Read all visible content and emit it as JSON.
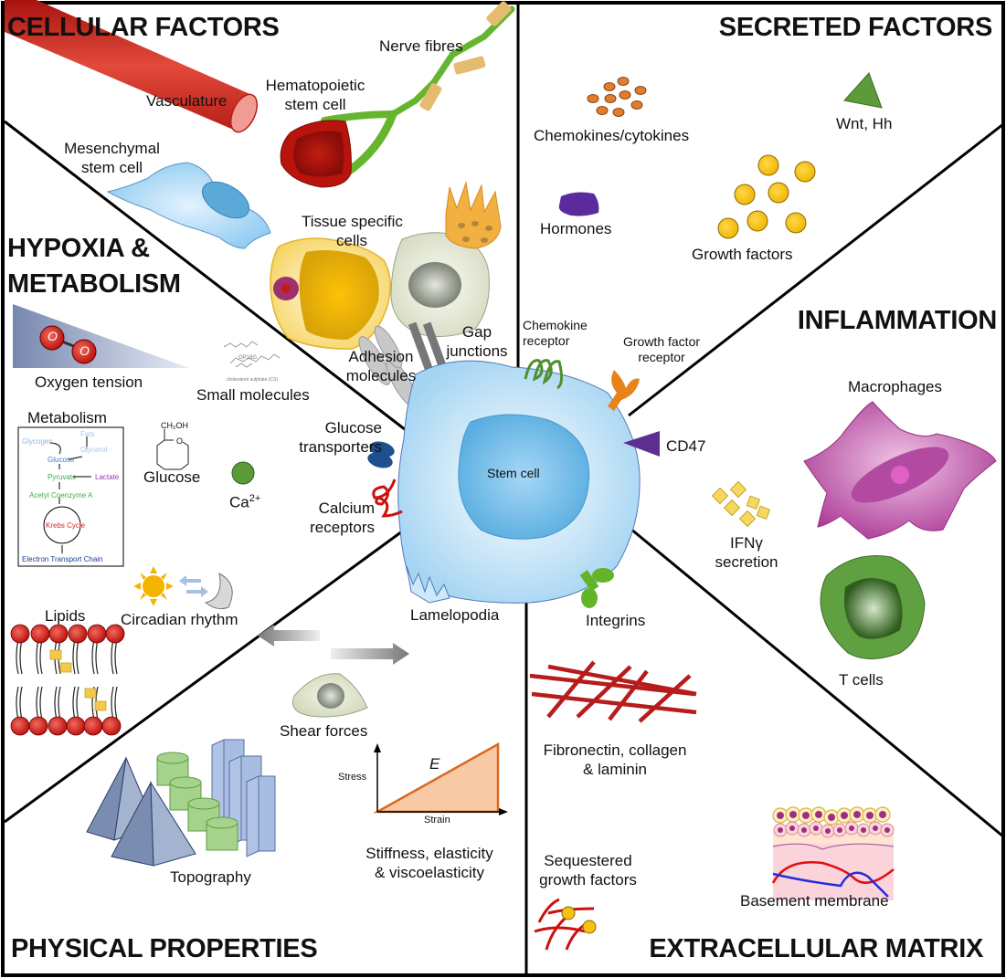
{
  "sections": {
    "cellular_factors": "CELLULAR FACTORS",
    "secreted_factors": "SECRETED FACTORS",
    "hypoxia_line1": "HYPOXIA &",
    "hypoxia_line2": "METABOLISM",
    "inflammation": "INFLAMMATION",
    "physical_properties": "PHYSICAL PROPERTIES",
    "extracellular_matrix": "EXTRACELLULAR MATRIX"
  },
  "center": {
    "label": "Stem cell"
  },
  "cellular": {
    "vasculature": "Vasculature",
    "nerve_fibres": "Nerve fibres",
    "hsc_line1": "Hematopoietic",
    "hsc_line2": "stem cell",
    "msc_line1": "Mesenchymal",
    "msc_line2": "stem cell",
    "tissue_line1": "Tissue specific",
    "tissue_line2": "cells",
    "adhesion_line1": "Adhesion",
    "adhesion_line2": "molecules",
    "gap_line1": "Gap",
    "gap_line2": "junctions"
  },
  "secreted": {
    "chemokines": "Chemokines/cytokines",
    "wnt": "Wnt, Hh",
    "hormones": "Hormones",
    "growth_factors": "Growth factors",
    "chemokine_receptor_line1": "Chemokine",
    "chemokine_receptor_line2": "receptor",
    "gf_receptor_line1": "Growth factor",
    "gf_receptor_line2": "receptor"
  },
  "hypoxia": {
    "oxygen_tension": "Oxygen tension",
    "o2_atom": "O",
    "small_molecules": "Small molecules",
    "gp18g": "GP18G",
    "cholesterol": "cholesterol sulphate (CS)",
    "metabolism_title": "Metabolism",
    "metabolism": {
      "fats": "Fats",
      "glycogen": "Glycogen",
      "glycerol": "Glycerol",
      "glucose": "Glucose",
      "pyruvate": "Pyruvate",
      "lactate": "Lactate",
      "acetyl": "Acetyl Coenzyme A",
      "krebs": "Krebs Cycle",
      "etc": "Electron Transport Chain"
    },
    "glucose": "Glucose",
    "ch2oh": "CH₂OH",
    "ring_o": "O",
    "calcium": "Ca",
    "calcium_charge": "2+",
    "glucose_transporters_line1": "Glucose",
    "glucose_transporters_line2": "transporters",
    "calcium_receptors_line1": "Calcium",
    "calcium_receptors_line2": "receptors",
    "lipids": "Lipids",
    "circadian": "Circadian rhythm"
  },
  "inflammation": {
    "cd47": "CD47",
    "ifn_line1": "IFNγ",
    "ifn_line2": "secretion",
    "macrophages": "Macrophages",
    "t_cells": "T cells"
  },
  "physical": {
    "lamelopodia": "Lamelopodia",
    "shear_forces": "Shear forces",
    "stress": "Stress",
    "strain": "Strain",
    "modulus": "E",
    "stiffness_line1": "Stiffness, elasticity",
    "stiffness_line2": "& viscoelasticity",
    "topography": "Topography"
  },
  "ecm": {
    "integrins": "Integrins",
    "fibronectin_line1": "Fibronectin, collagen",
    "fibronectin_line2": "& laminin",
    "sequestered_line1": "Sequestered",
    "sequestered_line2": "growth factors",
    "basement_membrane": "Basement membrane"
  },
  "colors": {
    "border": "#000000",
    "cell_blue": "#a9d8f5",
    "nucleus_blue": "#5fb0e0",
    "vessel_red": "#d9322a",
    "macrophage": "#b0449c",
    "t_cell": "#5a9a3a",
    "growth_factor_yellow": "#f5c211",
    "chemokine_orange": "#d9772b",
    "collagen_red": "#b71c1c",
    "topography_blue": "#9aaccb",
    "topography_green": "#9ccc83",
    "stress_fill": "#f8c9a5",
    "stress_line": "#d9691f"
  }
}
